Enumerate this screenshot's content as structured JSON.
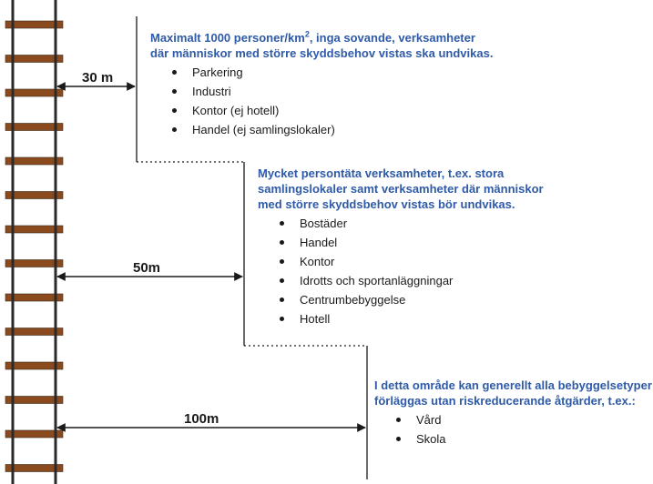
{
  "colors": {
    "heading": "#2e5aa8",
    "text": "#1a1a1a",
    "rail": "#2a2a2a",
    "sleeper": "#8a4a1e"
  },
  "distances": {
    "zone1": "30 m",
    "zone2": "50m",
    "zone3": "100m"
  },
  "zone1": {
    "heading_part1": "Maximalt 1000 personer/km",
    "heading_sup": "2",
    "heading_part2": ", inga sovande, verksamheter",
    "heading_line2": "där människor med större skyddsbehov vistas ska undvikas.",
    "items": [
      "Parkering",
      "Industri",
      "Kontor (ej hotell)",
      "Handel (ej samlingslokaler)"
    ]
  },
  "zone2": {
    "heading_line1": "Mycket persontäta verksamheter, t.ex. stora",
    "heading_line2": "samlingslokaler samt verksamheter där människor",
    "heading_line3": "med större skyddsbehov vistas bör undvikas.",
    "items": [
      "Bostäder",
      "Handel",
      "Kontor",
      "Idrotts och sportanläggningar",
      "Centrumbebyggelse",
      "Hotell"
    ]
  },
  "zone3": {
    "heading_line1": "I detta område kan generellt alla bebyggelsetyper",
    "heading_line2": "förläggas utan riskreducerande åtgärder, t.ex.:",
    "items": [
      "Vård",
      "Skola"
    ]
  }
}
